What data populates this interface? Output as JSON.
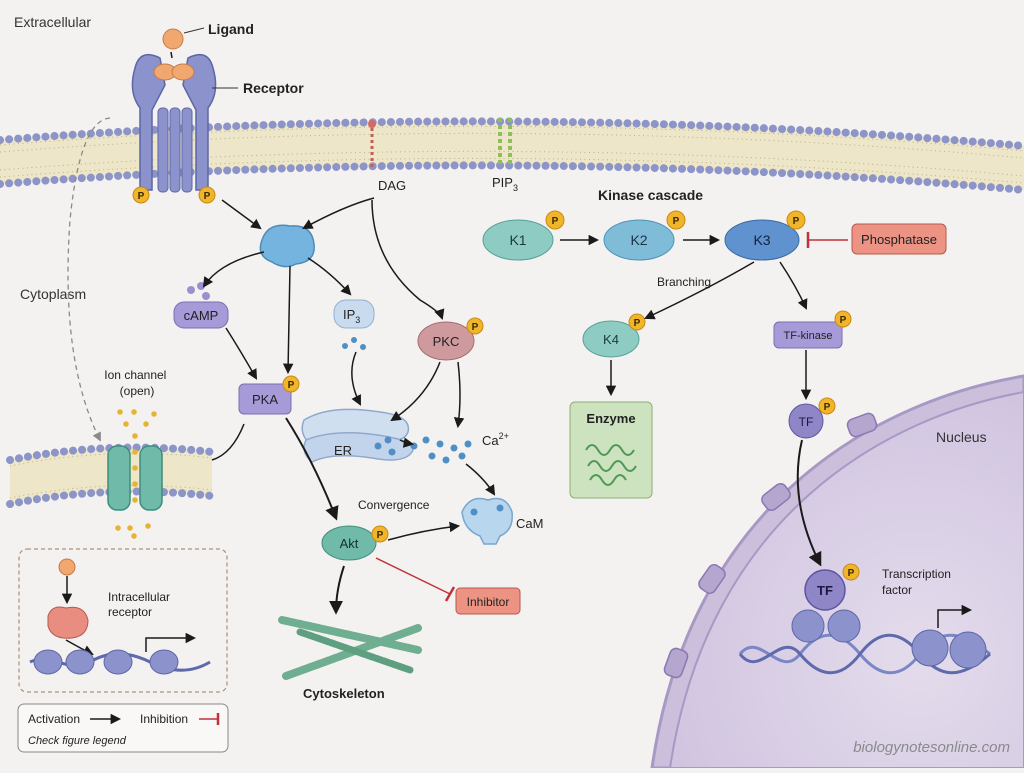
{
  "regions": {
    "extracellular": "Extracellular",
    "cytoplasm": "Cytoplasm",
    "nucleus": "Nucleus"
  },
  "receptor_complex": {
    "ligand": "Ligand",
    "receptor": "Receptor",
    "phospho": "P"
  },
  "lipids": {
    "dag": "DAG",
    "pip3_main": "PIP",
    "pip3_sub": "3"
  },
  "second_messengers": {
    "camp": "cAMP",
    "ip3_main": "IP",
    "ip3_sub": "3",
    "ca_main": "Ca",
    "ca_sup": "2+",
    "cam": "CaM"
  },
  "kinases": {
    "pka": "PKA",
    "pkc": "PKC",
    "akt": "Akt"
  },
  "organelles": {
    "er": "ER",
    "ion_channel_line1": "Ion channel",
    "ion_channel_line2": "(open)",
    "cytoskeleton": "Cytoskeleton"
  },
  "flow_labels": {
    "convergence": "Convergence",
    "branching": "Branching"
  },
  "inhibitor_box": "Inhibitor",
  "cascade": {
    "title": "Kinase cascade",
    "k1": "K1",
    "k2": "K2",
    "k3": "K3",
    "phosphatase": "Phosphatase",
    "k4": "K4",
    "enzyme": "Enzyme",
    "tf_kinase": "TF-kinase",
    "tf": "TF"
  },
  "nuclear": {
    "tf": "TF",
    "tf_label_line1": "Transcription",
    "tf_label_line2": "factor"
  },
  "inset": {
    "label_line1": "Intracellular",
    "label_line2": "receptor"
  },
  "legend": {
    "activation": "Activation",
    "inhibition": "Inhibition",
    "note": "Check figure legend"
  },
  "watermark": "biologynotesonline.com",
  "colors": {
    "receptor": "#8b92cc",
    "kinase_blue": "#6d9ed2",
    "kinase_teal": "#8ecbc3",
    "pkc": "#c98a8f",
    "inhibitor": "#e88d80",
    "phosphate": "#f0b52b",
    "nucleus": "#d9cfe6"
  }
}
